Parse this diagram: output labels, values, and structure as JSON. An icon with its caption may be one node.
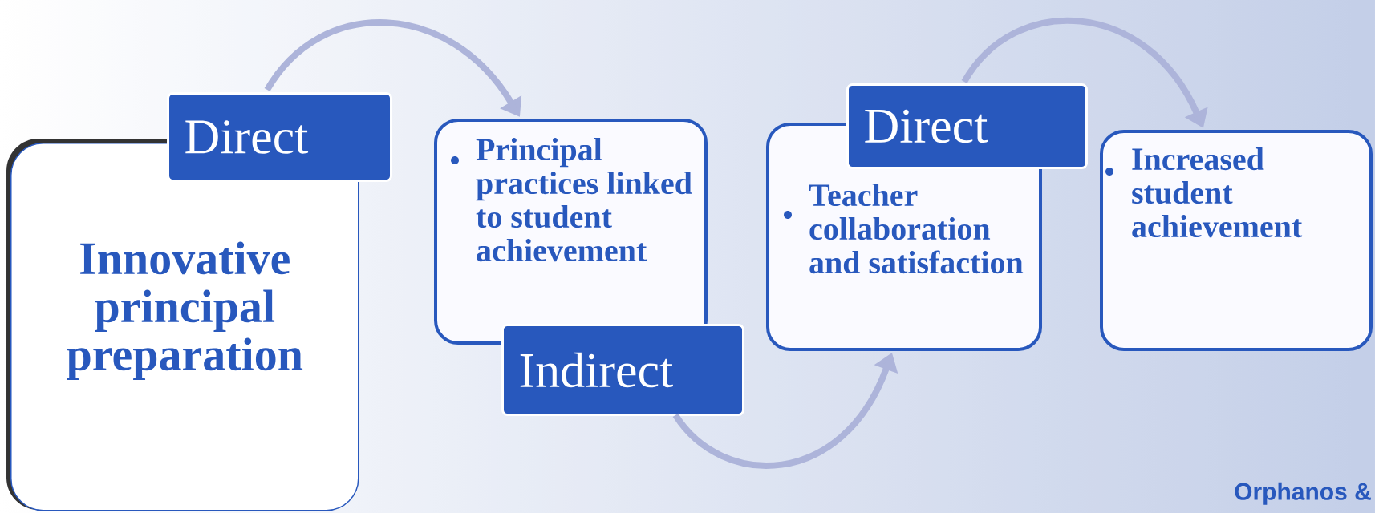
{
  "diagram": {
    "nodes": [
      {
        "text": [
          "Innovative principal preparation"
        ]
      },
      {
        "text": [
          "Direct"
        ]
      },
      {
        "text": [
          "Principal practices linked to student achievement"
        ]
      },
      {
        "text": [
          "Indirect"
        ]
      },
      {
        "text": [
          "Teacher collaboration and satisfaction"
        ]
      },
      {
        "text": [
          "Direct"
        ]
      },
      {
        "text": [
          "Increased student achievement"
        ]
      }
    ],
    "edges": [
      {
        "from": 1,
        "to": 2,
        "arrow": "to"
      },
      {
        "from": 3,
        "to": 4,
        "arrow": "to"
      },
      {
        "from": 5,
        "to": 6,
        "arrow": "to"
      }
    ],
    "labels": [
      "Orphanos &"
    ]
  }
}
